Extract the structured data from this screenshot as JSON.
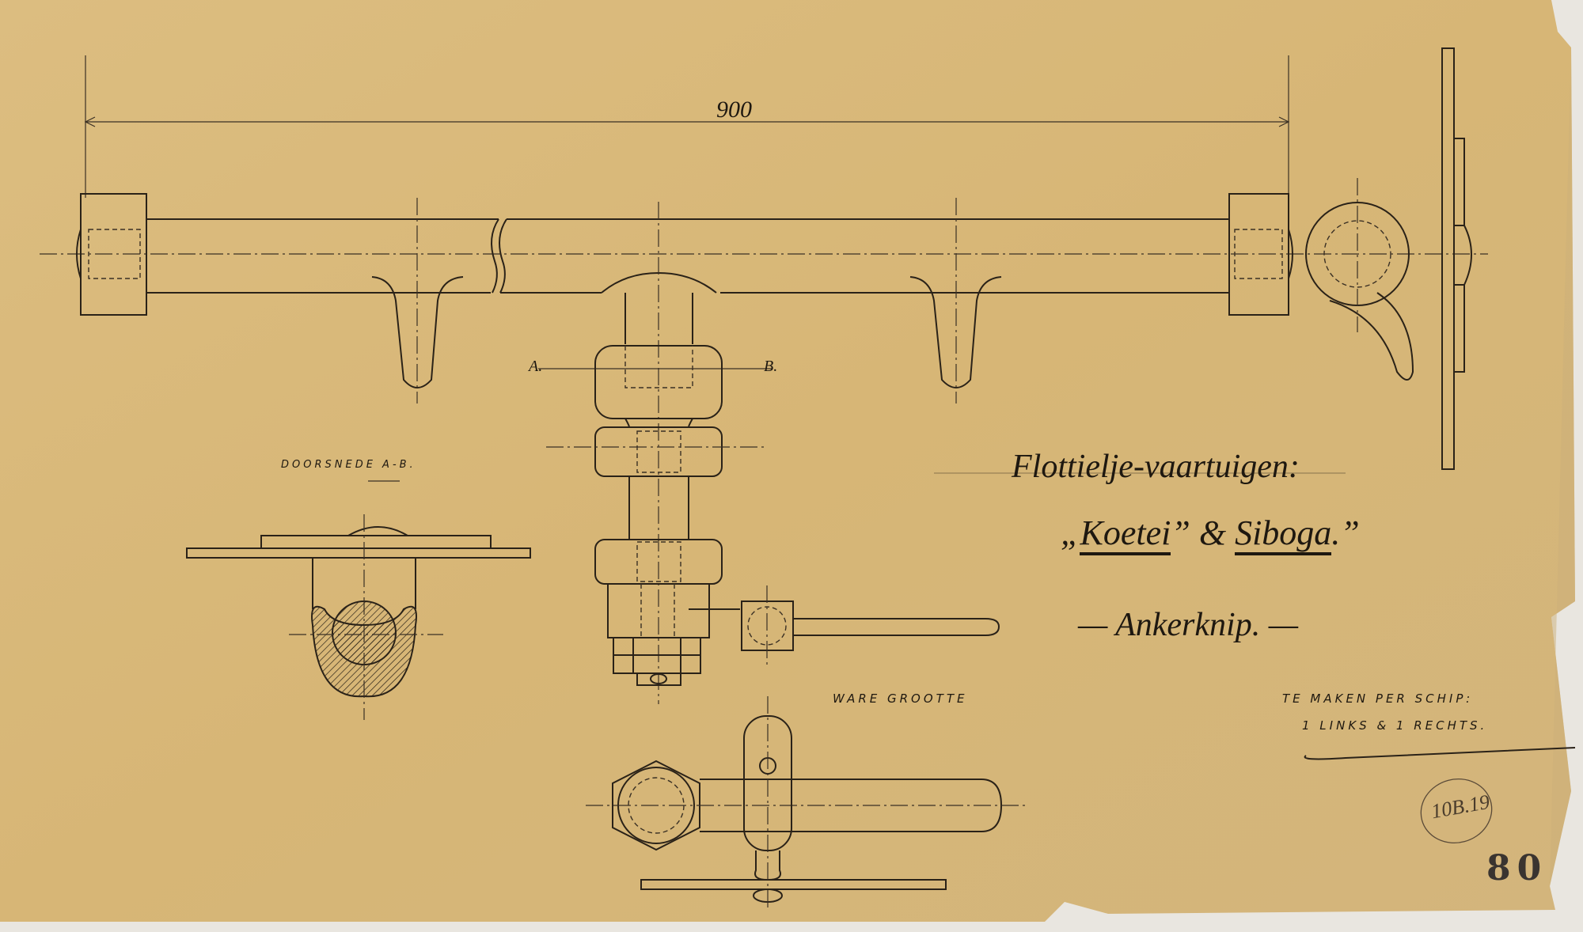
{
  "drawing": {
    "dimension": "900",
    "section_marks": {
      "a": "A.",
      "b": "B."
    },
    "section_label": "DOORSNEDE A-B.",
    "scale_note": "WARE GROOTTE",
    "title": {
      "line1": "Flottielje-vaartuigen:",
      "line2_open": "„",
      "ship1": "Koetei",
      "amp": "&",
      "ship2": "Siboga",
      "line2_close": ".”",
      "line3": "Ankerknip."
    },
    "note_line1": "TE MAKEN PER SCHIP:",
    "note_line2": "1 LINKS & 1 RECHTS.",
    "archive_mark": "10B.19",
    "sheet_number": "80",
    "colors": {
      "paper": "#d8b878",
      "ink": "#2a2218"
    }
  }
}
